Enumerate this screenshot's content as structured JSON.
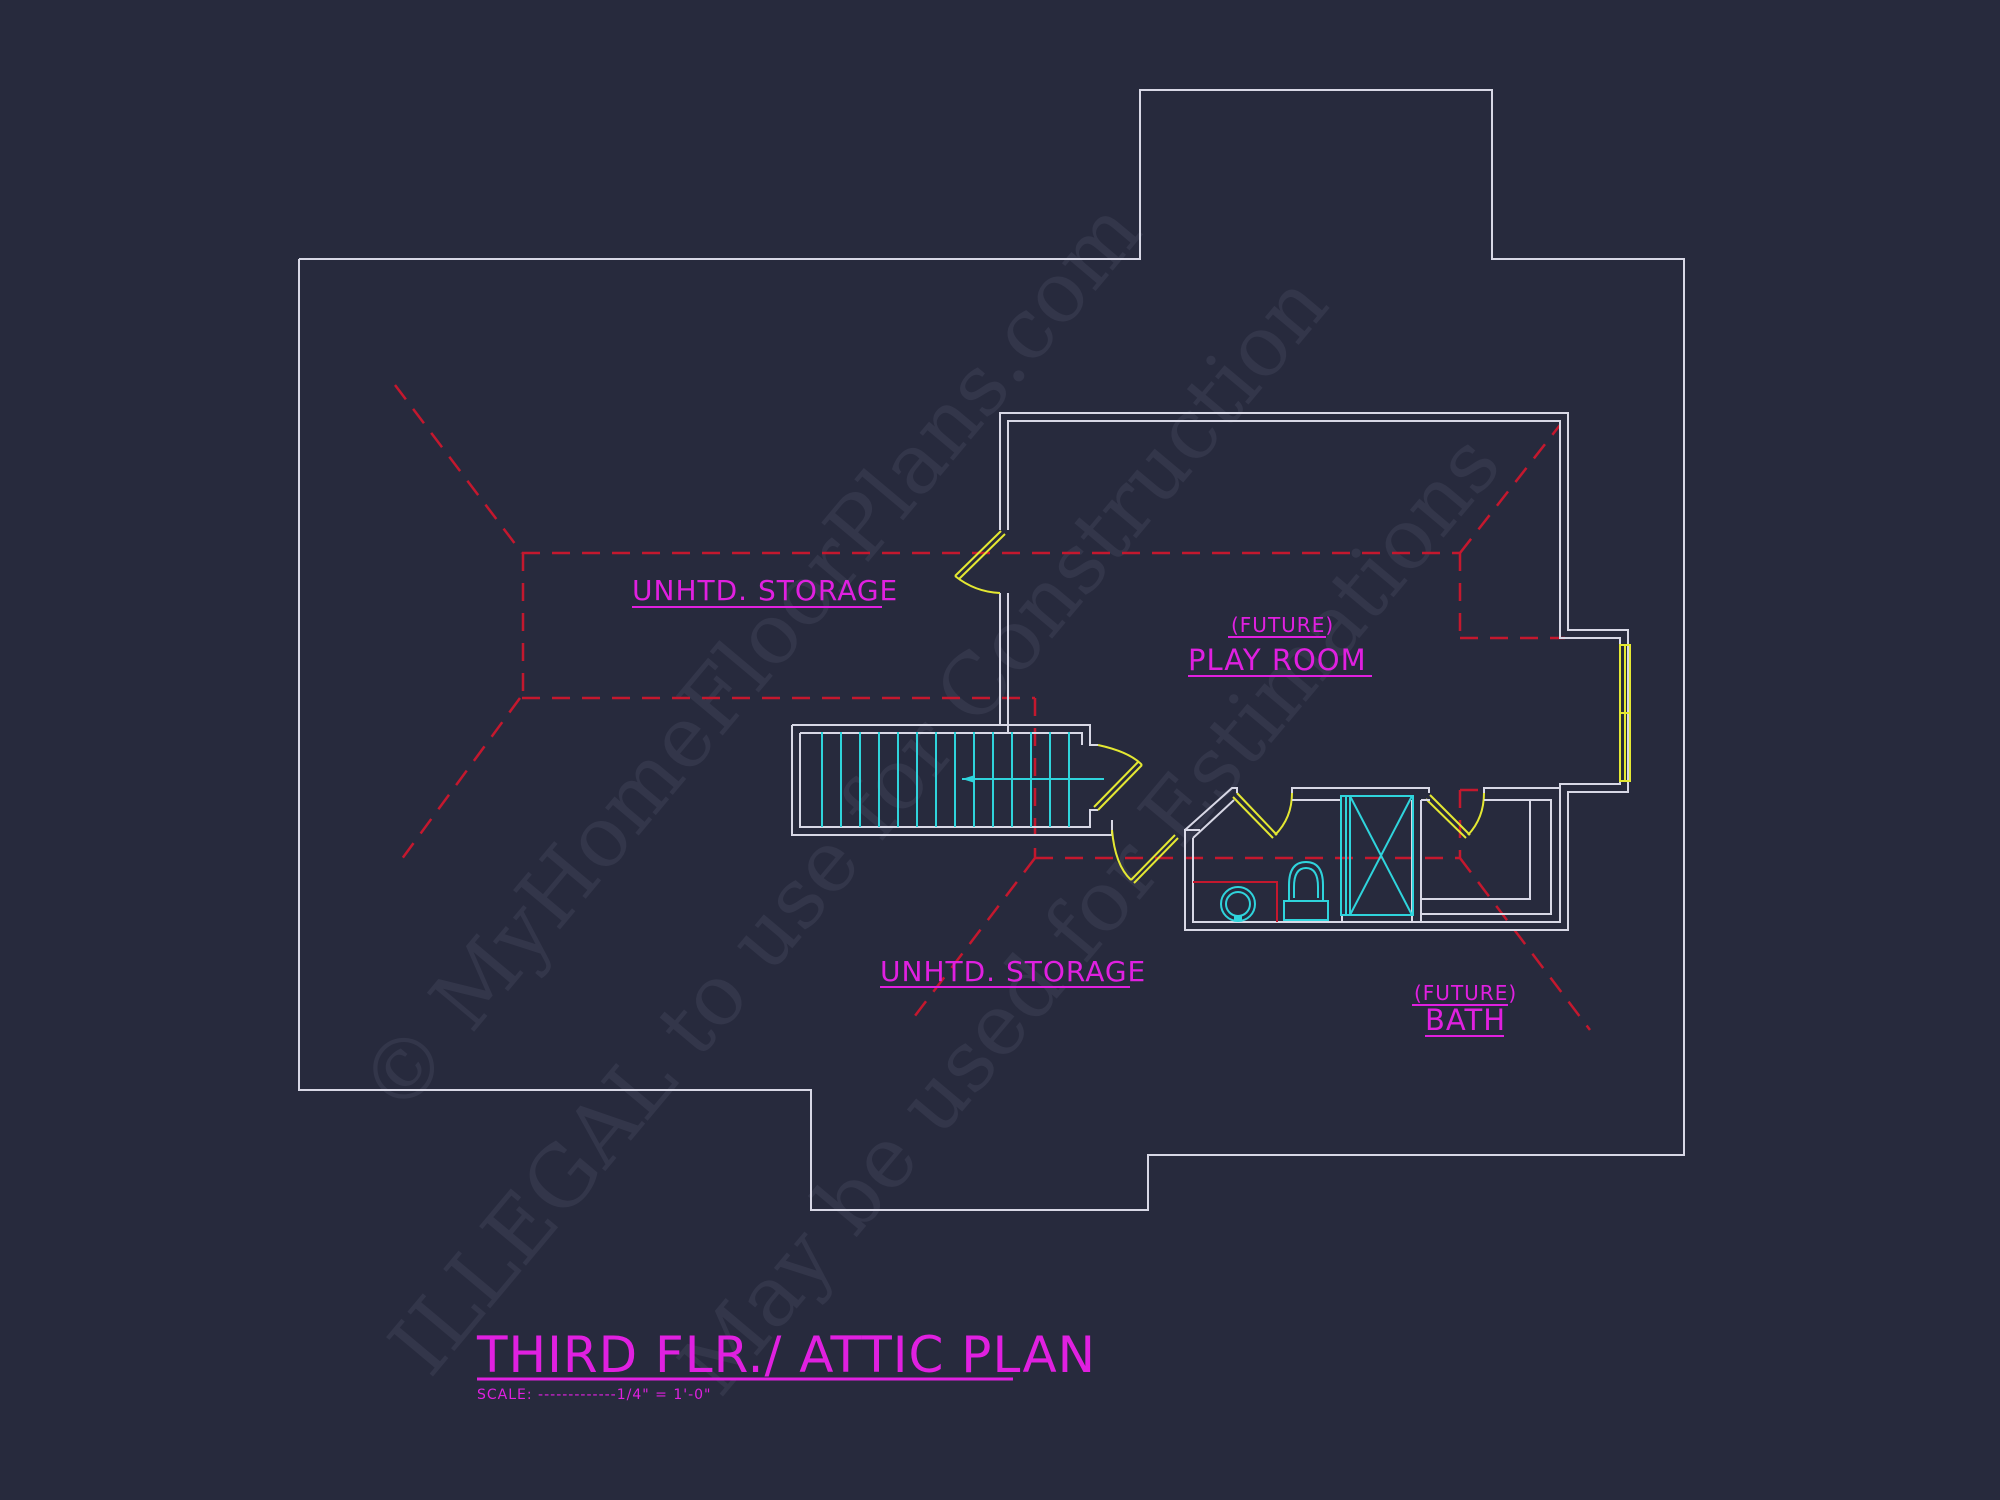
{
  "drawing": {
    "title": "THIRD FLR./ ATTIC PLAN",
    "scale": "SCALE: -------------1/4\" = 1'-0\"",
    "background": "#272a3d",
    "colors": {
      "walls": "#d8d8e6",
      "roof_hips": "#c4182e",
      "doors_windows": "#e4e832",
      "fixtures_stairs": "#2fd4dc",
      "labels": "#e020e0"
    }
  },
  "rooms": [
    {
      "id": "storage_upper",
      "label": "UNHTD. STORAGE"
    },
    {
      "id": "play_room",
      "prefix": "(FUTURE)",
      "label": "PLAY ROOM"
    },
    {
      "id": "storage_lower",
      "label": "UNHTD. STORAGE"
    },
    {
      "id": "bath",
      "prefix": "(FUTURE)",
      "label": "BATH"
    }
  ],
  "fixtures": [
    "stair-down",
    "toilet",
    "lavatory",
    "shower",
    "window"
  ],
  "watermark": {
    "line1": "© MyHomeFloorPlans.com",
    "line2": "ILLEGAL to use for Construction",
    "line3": "May be used for Estimations"
  }
}
